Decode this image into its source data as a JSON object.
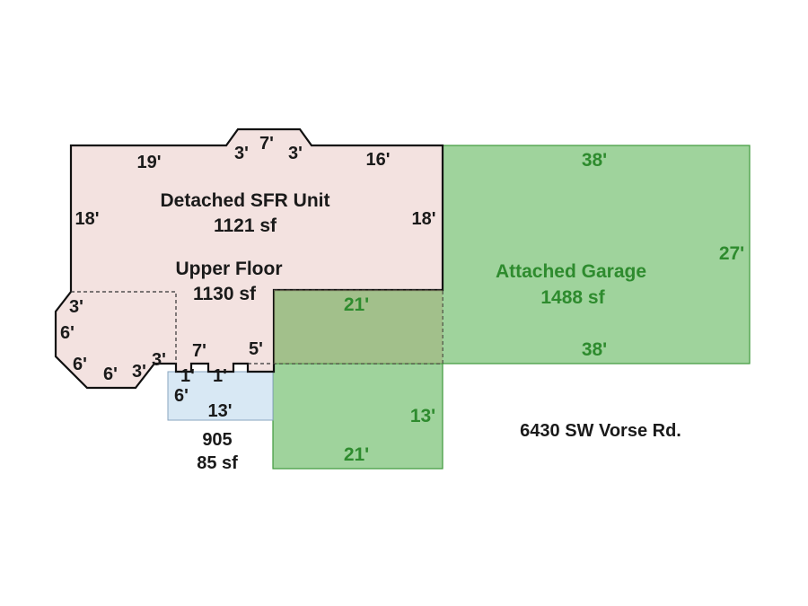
{
  "colors": {
    "house_fill": "#f3e2e0",
    "garage_fill": "#9fd39c",
    "garage_stroke": "#3f9a3c",
    "garage_label": "#2e8b2e",
    "porch_fill": "#d8e8f4",
    "porch_stroke": "#8aa6bf",
    "outline": "#111111",
    "text": "#1a1a1a"
  },
  "areas": {
    "sfr": {
      "name": "Detached SFR Unit",
      "size": "1121 sf"
    },
    "upper": {
      "name": "Upper Floor",
      "size": "1130 sf"
    },
    "garage": {
      "name": "Attached Garage",
      "size": "1488 sf"
    },
    "porch": {
      "name": "905",
      "size": "85 sf"
    }
  },
  "address": "6430 SW Vorse Rd.",
  "dims": {
    "sfr_top_left": "19'",
    "bay_left": "3'",
    "bay_top": "7'",
    "bay_right": "3'",
    "sfr_top_right": "16'",
    "sfr_left": "18'",
    "sfr_right": "18'",
    "oct_top": "3'",
    "oct_left_upper": "6'",
    "oct_left_lower": "6'",
    "oct_bottom": "6'",
    "oct_bottom_right": "3'",
    "oct_right": "3'",
    "notch_a": "1'",
    "notch_b": "1'",
    "step_top": "7'",
    "step_right": "5'",
    "porch_left": "6'",
    "porch_bottom": "13'",
    "garage_top": "38'",
    "garage_right": "27'",
    "garage_bottom": "38'",
    "garage_inner_top": "21'",
    "garage_ext_right": "13'",
    "garage_ext_bottom": "21'"
  }
}
